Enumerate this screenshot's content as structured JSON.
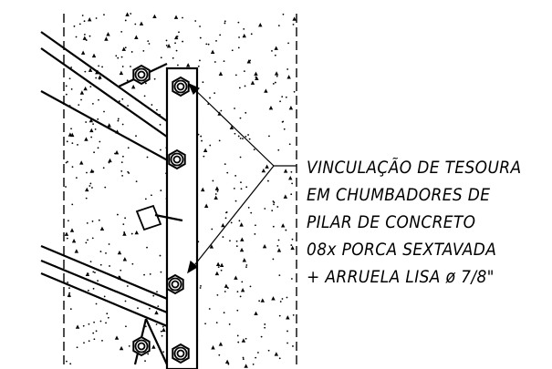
{
  "drawing": {
    "annotation_lines": [
      "VINCULAÇÃO DE TESOURA",
      "EM CHUMBADORES DE",
      "PILAR DE CONCRETO",
      "08x PORCA SEXTAVADA",
      "+ ARRUELA LISA ø 7/8\""
    ],
    "colors": {
      "ink": "#000000",
      "background": "#ffffff"
    },
    "icons": [
      "hex-nut-icon",
      "leader-arrow-icon",
      "shear-connector-icon"
    ]
  }
}
